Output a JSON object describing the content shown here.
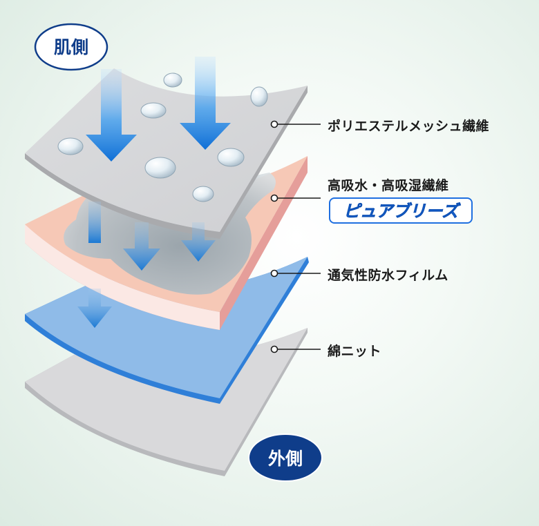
{
  "side_labels": {
    "skin_side": "肌側",
    "outer_side": "外側"
  },
  "layers": [
    {
      "id": "polyester-mesh",
      "label": "ポリエステルメッシュ繊維"
    },
    {
      "id": "absorbent-fiber",
      "label": "高吸水・高吸湿繊維"
    },
    {
      "id": "membrane",
      "label": "通気性防水フィルム"
    },
    {
      "id": "cotton-knit",
      "label": "綿ニット"
    }
  ],
  "brand": {
    "name": "ピュアブリーズ"
  },
  "colors": {
    "mesh": "#d7d8da",
    "absorbent_top": "#f6c8b6",
    "absorbent_side": "#e59e9a",
    "membrane_top": "#8fbbe8",
    "membrane_side": "#2f7fd8",
    "knit": "#d9d9db",
    "badge_fill": "#0f3d8a",
    "arrow": "#1a78d8",
    "logo_text": "#1e6fe0"
  }
}
